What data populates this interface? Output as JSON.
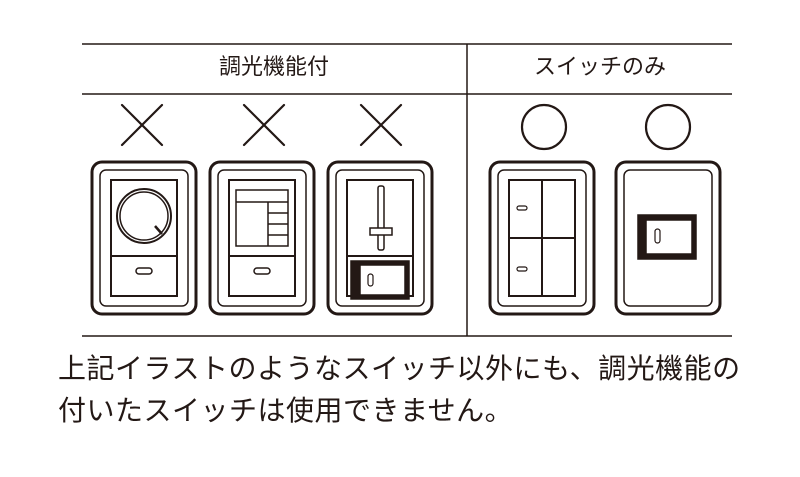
{
  "headers": {
    "dimmer": "調光機能付",
    "switch_only": "スイッチのみ"
  },
  "switches": [
    {
      "type": "dial-dimmer",
      "mark": "cross"
    },
    {
      "type": "button-dimmer",
      "mark": "cross"
    },
    {
      "type": "slide-dimmer",
      "mark": "cross"
    },
    {
      "type": "double-rocker",
      "mark": "circle"
    },
    {
      "type": "single-rocker",
      "mark": "circle"
    }
  ],
  "note": {
    "line1": "上記イラストのようなスイッチ以外にも、調光機能の",
    "line2": "付いたスイッチは使用できません。"
  },
  "colors": {
    "ink": "#231815",
    "plate_fill": "#ffffff"
  }
}
